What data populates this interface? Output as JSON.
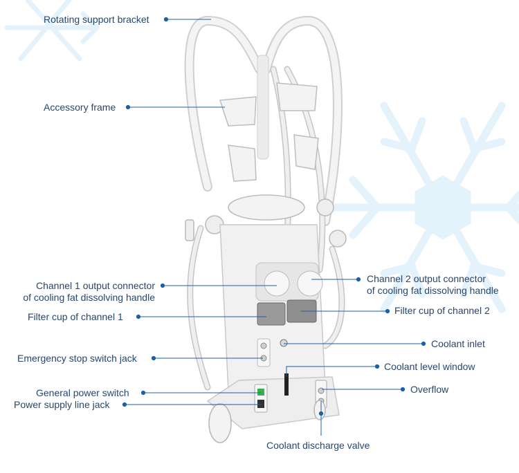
{
  "colors": {
    "label_text": "#27466d",
    "leader_line": "#1b5fa8",
    "snowflake": "#e3f2fb",
    "machine_body": "#f1f1f1",
    "machine_shadow": "#c9c9c9"
  },
  "labels": {
    "rotating_support_bracket": "Rotating support bracket",
    "accessory_frame": "Accessory frame",
    "channel1_output_line1": "Channel 1 output connector",
    "channel1_output_line2": "of cooling fat dissolving handle",
    "filter_cup_ch1": "Filter cup of channel 1",
    "emergency_stop_jack": "Emergency stop switch jack",
    "general_power_switch": "General power switch",
    "power_supply_jack": "Power supply line jack",
    "channel2_output_line1": "Channel 2 output connector",
    "channel2_output_line2": "of cooling fat dissolving handle",
    "filter_cup_ch2": "Filter cup of channel 2",
    "coolant_inlet": "Coolant inlet",
    "coolant_level_window": "Coolant level window",
    "overflow": "Overflow",
    "coolant_discharge_valve": "Coolant discharge valve"
  }
}
